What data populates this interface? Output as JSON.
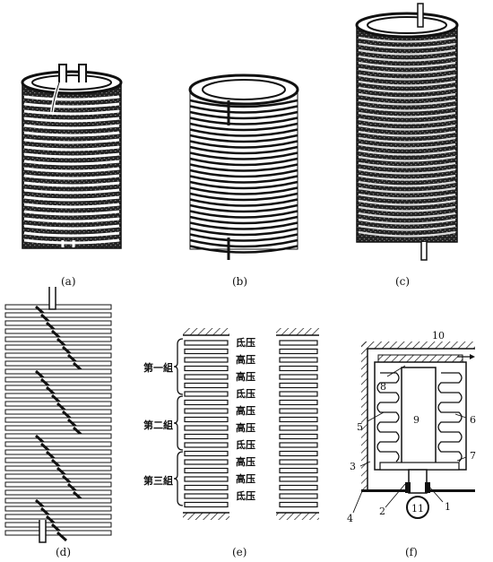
{
  "panels": {
    "a": {
      "caption": "(a)"
    },
    "b": {
      "caption": "(b)"
    },
    "c": {
      "caption": "(c)"
    },
    "d": {
      "caption": "(d)"
    },
    "e": {
      "caption": "(e)",
      "groups": [
        "第一組",
        "第二組",
        "第三組"
      ],
      "pressure_labels": [
        "氐压",
        "高压",
        "高压",
        "氐压",
        "高压",
        "高压",
        "氐压",
        "高压",
        "高压",
        "氐压"
      ]
    },
    "f": {
      "caption": "(f)",
      "numbers": [
        "1",
        "2",
        "3",
        "4",
        "5",
        "6",
        "7",
        "8",
        "9",
        "10",
        "11"
      ]
    }
  },
  "colors": {
    "ink": "#111111",
    "paper": "#ffffff"
  }
}
